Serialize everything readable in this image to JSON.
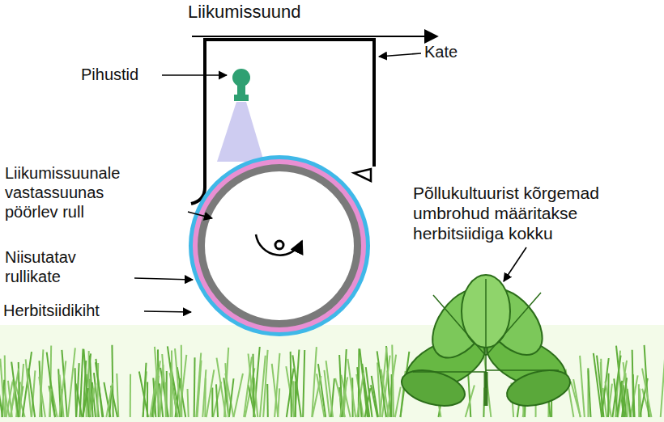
{
  "diagram": {
    "labels": [
      "Liikumissuund",
      "Pihustid",
      "Kate",
      "Liikumissuunale vastassuunas pöörlev rull",
      "Niisutatav rullikate",
      "Herbitsiidikiht",
      "Põllukultuurist kõrgemad umbrohud määritakse herbitsiidiga kokku"
    ]
  }
}
